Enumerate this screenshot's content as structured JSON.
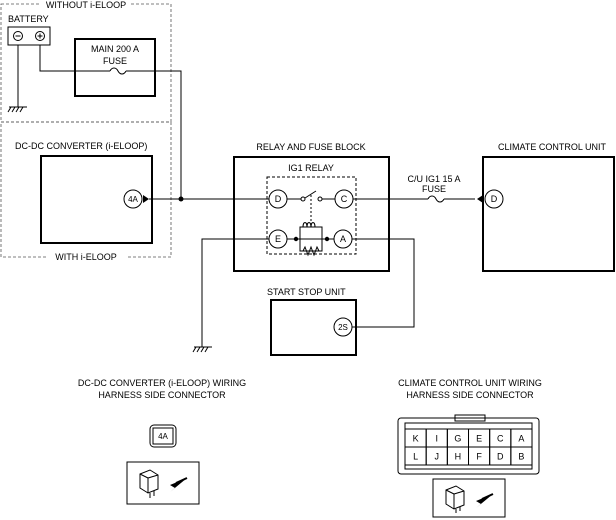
{
  "regions": {
    "without_eloop": "WITHOUT i-ELOOP",
    "with_eloop": "WITH i-ELOOP"
  },
  "battery": {
    "label": "BATTERY",
    "minus": "⊖",
    "plus": "⊕"
  },
  "main_fuse": {
    "line1": "MAIN 200 A",
    "line2": "FUSE"
  },
  "dcdc": {
    "label": "DC-DC CONVERTER (i-ELOOP)",
    "pin": "4A"
  },
  "relay_block": {
    "label": "RELAY AND FUSE BLOCK",
    "relay_label": "IG1 RELAY",
    "pins": {
      "d": "D",
      "c": "C",
      "e": "E",
      "a": "A"
    }
  },
  "cu_fuse": {
    "line1": "C/U IG1 15 A",
    "line2": "FUSE"
  },
  "climate_unit": {
    "label": "CLIMATE CONTROL UNIT",
    "pin": "D"
  },
  "start_stop": {
    "label": "START STOP UNIT",
    "pin": "2S"
  },
  "dcdc_connector": {
    "title_line1": "DC-DC CONVERTER (i-ELOOP) WIRING",
    "title_line2": "HARNESS SIDE CONNECTOR",
    "pin": "4A"
  },
  "climate_connector": {
    "title_line1": "CLIMATE CONTROL UNIT WIRING",
    "title_line2": "HARNESS SIDE CONNECTOR",
    "top_row": [
      "K",
      "I",
      "G",
      "E",
      "C",
      "A"
    ],
    "bottom_row": [
      "L",
      "J",
      "H",
      "F",
      "D",
      "B"
    ]
  }
}
